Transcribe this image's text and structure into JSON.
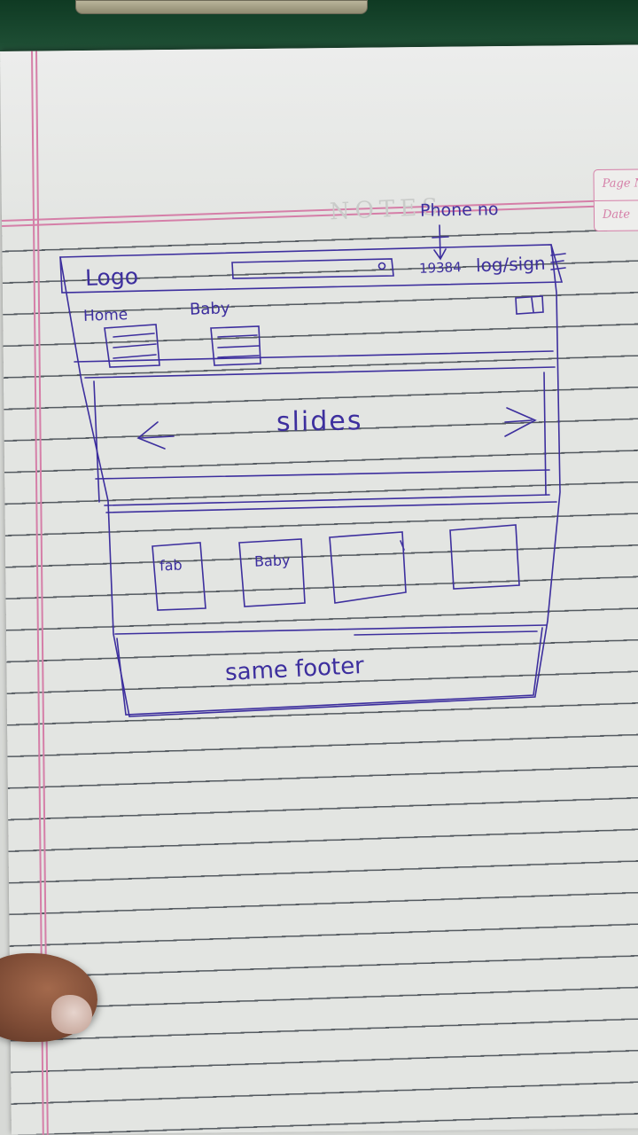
{
  "paper": {
    "corner_box": {
      "page_label": "Page N",
      "date_label": "Date"
    },
    "faint_heading": "NOTES"
  },
  "wireframe": {
    "annotation": "Phone no",
    "header": {
      "logo": "Logo",
      "phone_number": "19384",
      "login": "log/sign"
    },
    "nav": [
      {
        "label": "Home"
      },
      {
        "label": "Baby"
      }
    ],
    "slider": {
      "label": "slides",
      "prev_arrow": "<",
      "next_arrow": ">"
    },
    "cards": [
      {
        "label": "fab"
      },
      {
        "label": "Baby"
      },
      {
        "label": ""
      },
      {
        "label": ""
      }
    ],
    "footer": "same footer"
  },
  "colors": {
    "ink": "#3d2f9e",
    "margin_pink": "#d57fa8",
    "paper": "#e3e5e2"
  }
}
